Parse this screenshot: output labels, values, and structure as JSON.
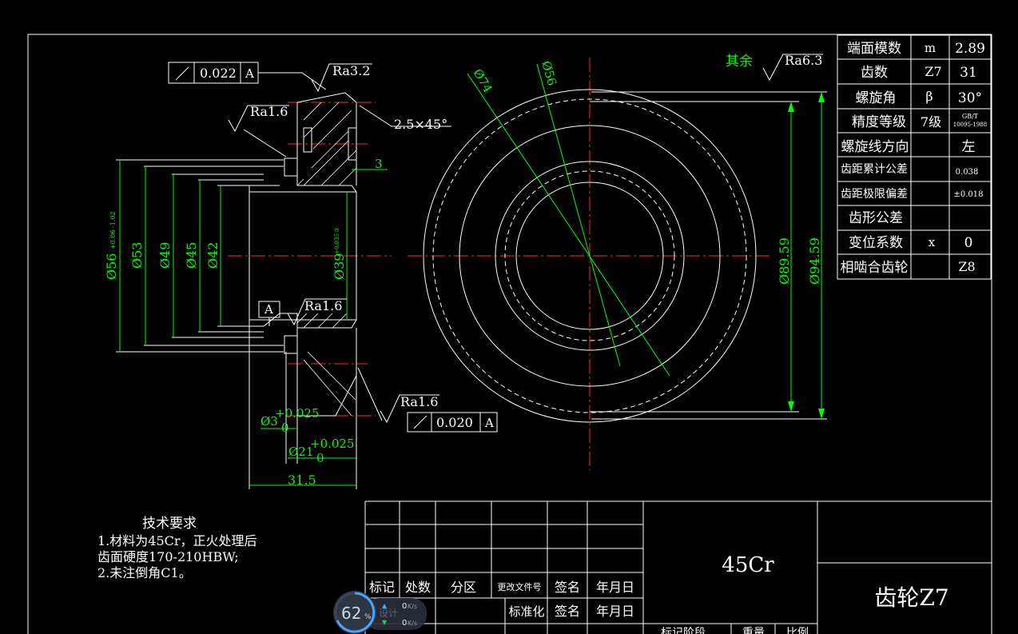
{
  "gear_table": {
    "rows": [
      {
        "label": "端面模数",
        "symbol": "m",
        "value": "2.89"
      },
      {
        "label": "齿数",
        "symbol": "Z7",
        "value": "31"
      },
      {
        "label": "螺旋角",
        "symbol": "β",
        "value": "30°"
      },
      {
        "label": "精度等级",
        "symbol": "7级",
        "value": "GB/T 10095-1988"
      },
      {
        "label": "螺旋线方向",
        "symbol": "",
        "value": "左"
      },
      {
        "label": "齿距累计公差",
        "symbol": "",
        "value": "0.038"
      },
      {
        "label": "齿距极限偏差",
        "symbol": "",
        "value": "±0.018"
      },
      {
        "label": "齿形公差",
        "symbol": "",
        "value": ""
      },
      {
        "label": "变位系数",
        "symbol": "x",
        "value": "0"
      },
      {
        "label": "相啮合齿轮",
        "symbol": "",
        "value": "Z8"
      }
    ]
  },
  "annotations": {
    "runout_top_value": "0.022",
    "runout_top_datum": "A",
    "runout_bottom_value": "0.020",
    "runout_bottom_datum": "A",
    "ra_top": "Ra3.2",
    "ra_left_top": "Ra1.6",
    "ra_mid": "Ra1.6",
    "ra_bottom": "Ra1.6",
    "chamfer": "2.5×45°",
    "dim_3": "3",
    "datum_a": "A",
    "d56": "Ø56",
    "d56_tol": "+0.06 -1.02",
    "d53": "Ø53",
    "d49": "Ø49",
    "d45": "Ø45",
    "d42": "Ø42",
    "d39": "Ø39",
    "d39_tol": "+0.035 0",
    "d3_main": "Ø3",
    "d3_tol_top": "+0.025",
    "d3_tol_bot": "0",
    "d21_main": "Ø21",
    "d21_tol_top": "+0.025",
    "d21_tol_bot": "0",
    "len_31_5": "31.5",
    "rest_label": "其余",
    "rest_ra": "Ra6.3",
    "d74": "Ø74",
    "d56_right": "Ø56",
    "d89_59": "Ø89.59",
    "d94_59": "Ø94.59"
  },
  "tech_requirements": {
    "title": "技术要求",
    "line1": "1.材料为45Cr，正火处理后",
    "line2": "齿面硬度170-210HBW;",
    "line3": "2.未注倒角C1。"
  },
  "title_block": {
    "material": "45Cr",
    "part_name": "齿轮Z7",
    "h_biaoji": "标记",
    "h_chushu": "处数",
    "h_fenqu": "分区",
    "h_genggai": "更改文件号",
    "h_qianming": "签名",
    "h_nianyueri": "年月日",
    "h_biaozhunhua": "标准化",
    "h_qianming2": "签名",
    "h_nianyueri2": "年月日",
    "h_jieduan": "标记阶段",
    "h_zhongliang": "重量",
    "h_bili": "比例"
  },
  "overlay_widget": {
    "percent": "62",
    "percent_unit": "%",
    "up_speed": "0",
    "down_speed": "0",
    "speed_unit": "K/s",
    "label": "设计"
  }
}
